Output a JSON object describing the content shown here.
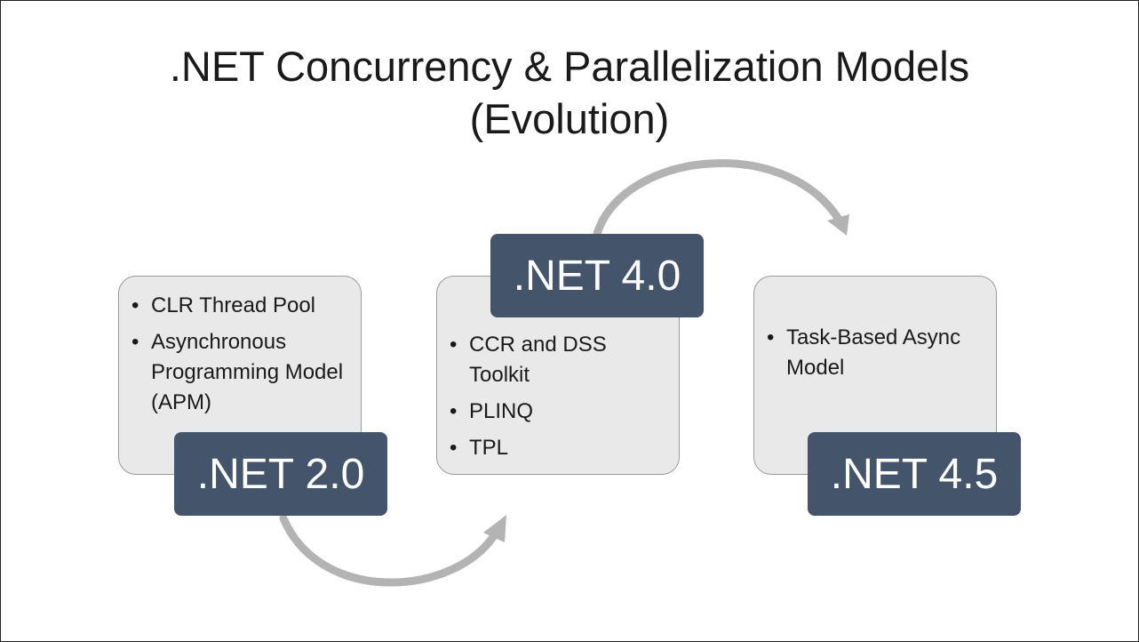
{
  "slide": {
    "title_line1": ".NET Concurrency & Parallelization Models",
    "title_line2": "(Evolution)"
  },
  "stages": [
    {
      "label": ".NET 2.0",
      "bullets": [
        "CLR Thread Pool",
        "Asynchronous Programming Model (APM)"
      ]
    },
    {
      "label": ".NET 4.0",
      "bullets": [
        "CCR and DSS Toolkit",
        "PLINQ",
        "TPL"
      ]
    },
    {
      "label": ".NET 4.5",
      "bullets": [
        "Task-Based Async Model"
      ]
    }
  ],
  "colors": {
    "card_fill": "#e9e9e9",
    "label_fill": "#44546a",
    "arrow": "#b3b3b3"
  }
}
